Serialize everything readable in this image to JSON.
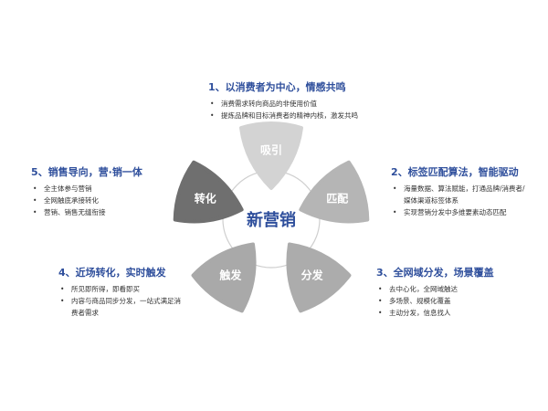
{
  "center_label": "新营销",
  "petals": [
    {
      "label": "吸引",
      "color": "#d3d3d3",
      "angle": -90
    },
    {
      "label": "匹配",
      "color": "#b5b5b5",
      "angle": -18
    },
    {
      "label": "分发",
      "color": "#acacac",
      "angle": 54
    },
    {
      "label": "触发",
      "color": "#a9a9a9",
      "angle": 126
    },
    {
      "label": "转化",
      "color": "#6f6f6f",
      "angle": 198
    }
  ],
  "blocks": [
    {
      "title": "1、以消费者为中心，情感共鸣",
      "items": [
        "消费需求转向商品的非使用价值",
        "提炼品牌和目标消费者的精神内核，激发共鸣"
      ]
    },
    {
      "title": "2、标签匹配算法，智能驱动",
      "items": [
        "海量数据、算法赋能，打通品牌/消费者/媒体渠道标签体系",
        "实现营销分发中多维要素动态匹配"
      ]
    },
    {
      "title": "3、全网域分发，场景覆盖",
      "items": [
        "去中心化，全网域触达",
        "多场景、规模化覆盖",
        "主动分发，信息找人"
      ]
    },
    {
      "title": "4、近场转化，实时触发",
      "items": [
        "所见即所得，即看即买",
        "内容与商品同步分发，一站式满足消费者需求"
      ]
    },
    {
      "title": "5、销售导向，营·销一体",
      "items": [
        "全主体参与营销",
        "全网触底承接转化",
        "营销、销售无缝衔接"
      ]
    }
  ]
}
